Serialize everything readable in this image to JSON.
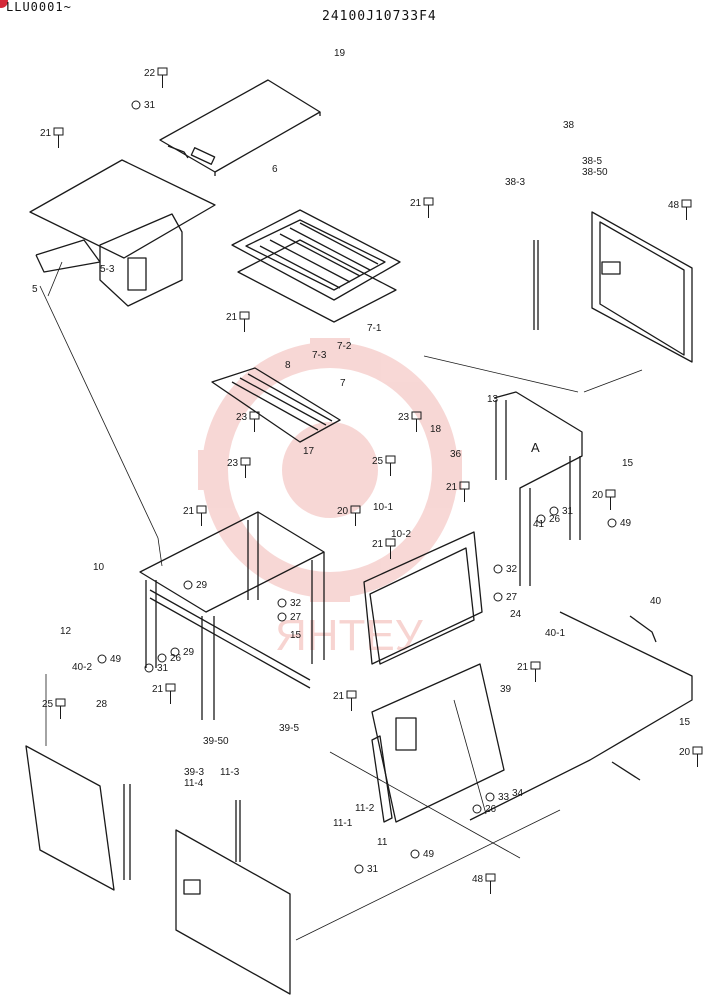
{
  "header": {
    "ident": "LLU0001~",
    "drawing_number": "24100J10733F4"
  },
  "colors": {
    "line": "#1a1a1a",
    "watermark": "#f2b8b4",
    "badge": "#d42a3a"
  },
  "watermark": {
    "text": "ЯНТЕУ"
  },
  "callouts": [
    "19",
    "22",
    "31",
    "6",
    "21",
    "5-3",
    "5",
    "21",
    "38",
    "38-5",
    "38-50",
    "38-3",
    "48",
    "7-1",
    "7-2",
    "7-3",
    "7",
    "21",
    "8",
    "13",
    "23",
    "17",
    "23",
    "23",
    "18",
    "25",
    "36",
    "A",
    "21",
    "15",
    "20",
    "49",
    "31",
    "26",
    "41",
    "21",
    "10",
    "10-1",
    "10-2",
    "21",
    "20",
    "12",
    "29",
    "32",
    "27",
    "15",
    "49",
    "31",
    "26",
    "29",
    "32",
    "27",
    "24",
    "40",
    "40-1",
    "40-2",
    "25",
    "28",
    "21",
    "21",
    "21",
    "39",
    "39-5",
    "39-50",
    "39-3",
    "11-4",
    "11-3",
    "11-1",
    "11-2",
    "11",
    "49",
    "31",
    "26",
    "33",
    "34",
    "15",
    "20",
    "48"
  ]
}
